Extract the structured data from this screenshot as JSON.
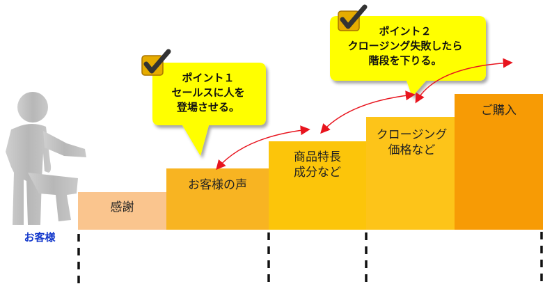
{
  "customer_label": "お客様",
  "steps": [
    {
      "label": "感謝"
    },
    {
      "label": "お客様の声"
    },
    {
      "label": "商品特長\n成分など"
    },
    {
      "label": "クロージング\n価格など"
    },
    {
      "label": "ご購入"
    }
  ],
  "callouts": [
    {
      "text": "ポイント１\nセールスに人を\n登場させる。"
    },
    {
      "text": "ポイント２\nクロージング失敗したら\n階段を下りる。"
    }
  ],
  "colors": {
    "callout_fill": "#ffff00",
    "arrow": "#e8141e",
    "customer_label": "#1338cc",
    "figure": "#b9b9b9"
  },
  "icons": [
    "walking-person-icon",
    "checkmark-icon"
  ]
}
